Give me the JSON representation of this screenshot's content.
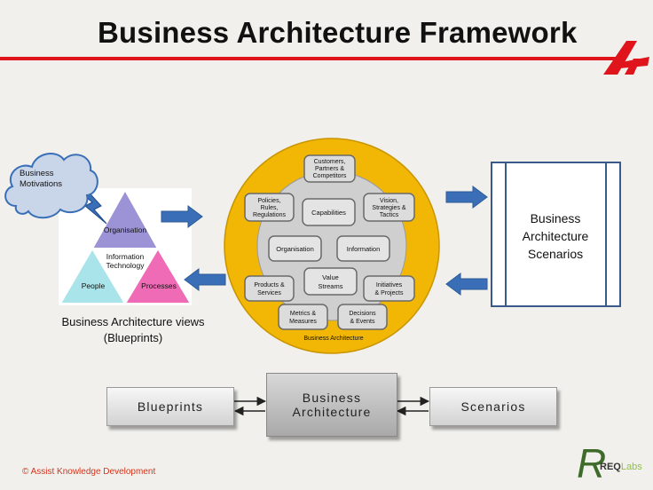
{
  "title": "Business Architecture Framework",
  "cloud_label": [
    "Business",
    "Motivations"
  ],
  "triangle": {
    "top": "Organisation",
    "center": [
      "Information",
      "Technology"
    ],
    "left": "People",
    "right": "Processes"
  },
  "views_label": [
    "Business Architecture views",
    "(Blueprints)"
  ],
  "circle": {
    "outer_items": [
      [
        "Customers,",
        "Partners &",
        "Competitors"
      ],
      [
        "Policies,",
        "Rules,",
        "Regulations"
      ],
      [
        "Vision,",
        "Strategies &",
        "Tactics"
      ],
      [
        "Products &",
        "Services"
      ],
      [
        "Initiatives",
        "& Projects"
      ],
      [
        "Metrics &",
        "Measures"
      ],
      [
        "Decisions",
        "& Events"
      ]
    ],
    "inner_items": [
      [
        "Capabilities"
      ],
      [
        "Organisation"
      ],
      [
        "Information"
      ],
      [
        "Value",
        "Streams"
      ]
    ],
    "footer": "Business Architecture"
  },
  "scenarios_box": [
    "Business",
    "Architecture",
    "Scenarios"
  ],
  "flow": {
    "left": "Blueprints",
    "center": [
      "Business",
      "Architecture"
    ],
    "right": "Scenarios"
  },
  "copyright": "© Assist Knowledge Development",
  "logo": {
    "letter": "R",
    "name": "REQ",
    "suffix": "Labs"
  },
  "colors": {
    "accent_red": "#e0141b",
    "circle_yellow": "#f2b705",
    "arrow_blue": "#3a6fb7",
    "triangle_top": "#9b93d6",
    "triangle_left": "#a9e4ea",
    "triangle_right": "#f06bb6"
  }
}
